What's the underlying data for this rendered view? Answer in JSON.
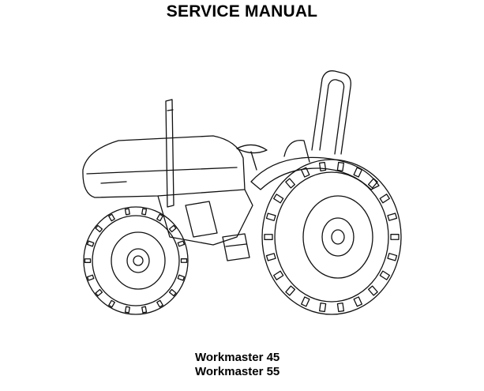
{
  "document": {
    "title": "SERVICE MANUAL",
    "models": [
      "Workmaster 45",
      "Workmaster 55"
    ],
    "illustration": "tractor-line-drawing"
  }
}
